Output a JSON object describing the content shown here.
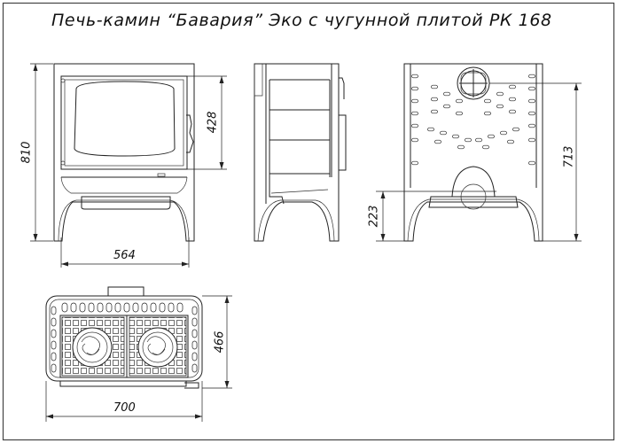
{
  "title": "Печь-камин “Бавария” Эко с чугунной плитой РК 168",
  "dimensions": {
    "front_height": "810",
    "door_height": "428",
    "front_width": "564",
    "back_height": "713",
    "outlet_height": "223",
    "top_depth": "466",
    "top_width": "700"
  }
}
